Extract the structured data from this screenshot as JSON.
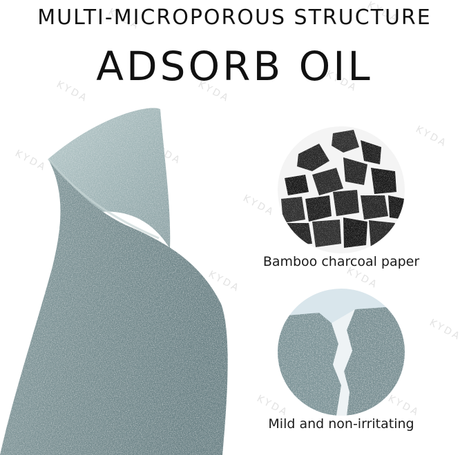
{
  "header": {
    "subtitle": "MULTI-MICROPOROUS STRUCTURE",
    "title": "ADSORB OIL"
  },
  "features": [
    {
      "caption": "Bamboo charcoal paper",
      "image": "charcoal-granules"
    },
    {
      "caption": "Mild and non-irritating",
      "image": "torn-paper"
    }
  ],
  "watermark": "KYDA",
  "colors": {
    "paper": "#7f9598",
    "paper_light": "#a9bcbd",
    "text": "#111111"
  }
}
